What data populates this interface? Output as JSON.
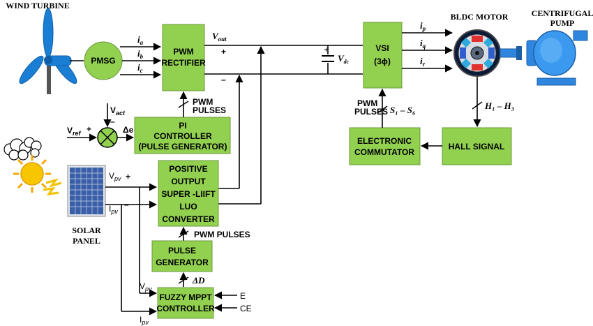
{
  "components": {
    "wind_turbine": "WIND TURBINE",
    "pmsg": "PMSG",
    "pwm_rectifier": [
      "PWM",
      "RECTIFIER"
    ],
    "pi_controller": [
      "PI",
      "CONTROLLER",
      "(PULSE GENERATOR)"
    ],
    "luo_converter": [
      "POSITIVE",
      "OUTPUT",
      "SUPER -LIIFT",
      "LUO",
      "CONVERTER"
    ],
    "pulse_generator": [
      "PULSE",
      "GENERATOR"
    ],
    "fuzzy_mppt": [
      "FUZZY MPPT",
      "CONTROLLER"
    ],
    "vsi": [
      "VSI",
      "(3ϕ)"
    ],
    "bldc_motor": "BLDC MOTOR",
    "centrifugal_pump": [
      "CENTRIFUGAL",
      "PUMP"
    ],
    "electronic_commutator": [
      "ELECTRONIC",
      "COMMUTATOR"
    ],
    "hall_signal": "HALL SIGNAL",
    "solar_panel": [
      "SOLAR",
      "PANEL"
    ]
  },
  "signals": {
    "ia": "i",
    "ia_sub": "a",
    "ib": "i",
    "ib_sub": "b",
    "ic": "i",
    "ic_sub": "c",
    "vout": "V",
    "vout_sub": "out",
    "plus": "+",
    "minus": "–",
    "vdc": "V",
    "vdc_sub": "dc",
    "ip": "i",
    "ip_sub": "p",
    "iq": "i",
    "iq_sub": "q",
    "ir": "i",
    "ir_sub": "r",
    "vact": "V",
    "vact_sub": "act",
    "vref": "V",
    "vref_sub": "ref",
    "delta_e": "Δe",
    "pwm_pulses_pi": [
      "PWM",
      "PULSES"
    ],
    "pwm_pulses_vsi": [
      "PWM",
      "PULSES"
    ],
    "s1_s6": "S₁ – S₆",
    "h1_h3": "H₁ – H₃",
    "vpv": "V",
    "vpv_sub": "pv",
    "ipv": "I",
    "ipv_sub": "pv",
    "pwm_pulses_luo": "PWM PULSES",
    "delta_d": "ΔD",
    "e": "E",
    "ce": "CE"
  },
  "colors": {
    "block_fill": "#92d050",
    "block_stroke": "#6a9a3a",
    "turbine_blue": "#1a7fd4",
    "pump_blue": "#2e86de",
    "sun_yellow": "#f7c600",
    "panel_blue": "#3a5fa8"
  },
  "icons": [
    "wind-turbine-icon",
    "sun-cloud-icon",
    "solar-panel-icon",
    "bldc-motor-icon",
    "centrifugal-pump-icon",
    "summing-junction-icon",
    "capacitor-icon"
  ]
}
